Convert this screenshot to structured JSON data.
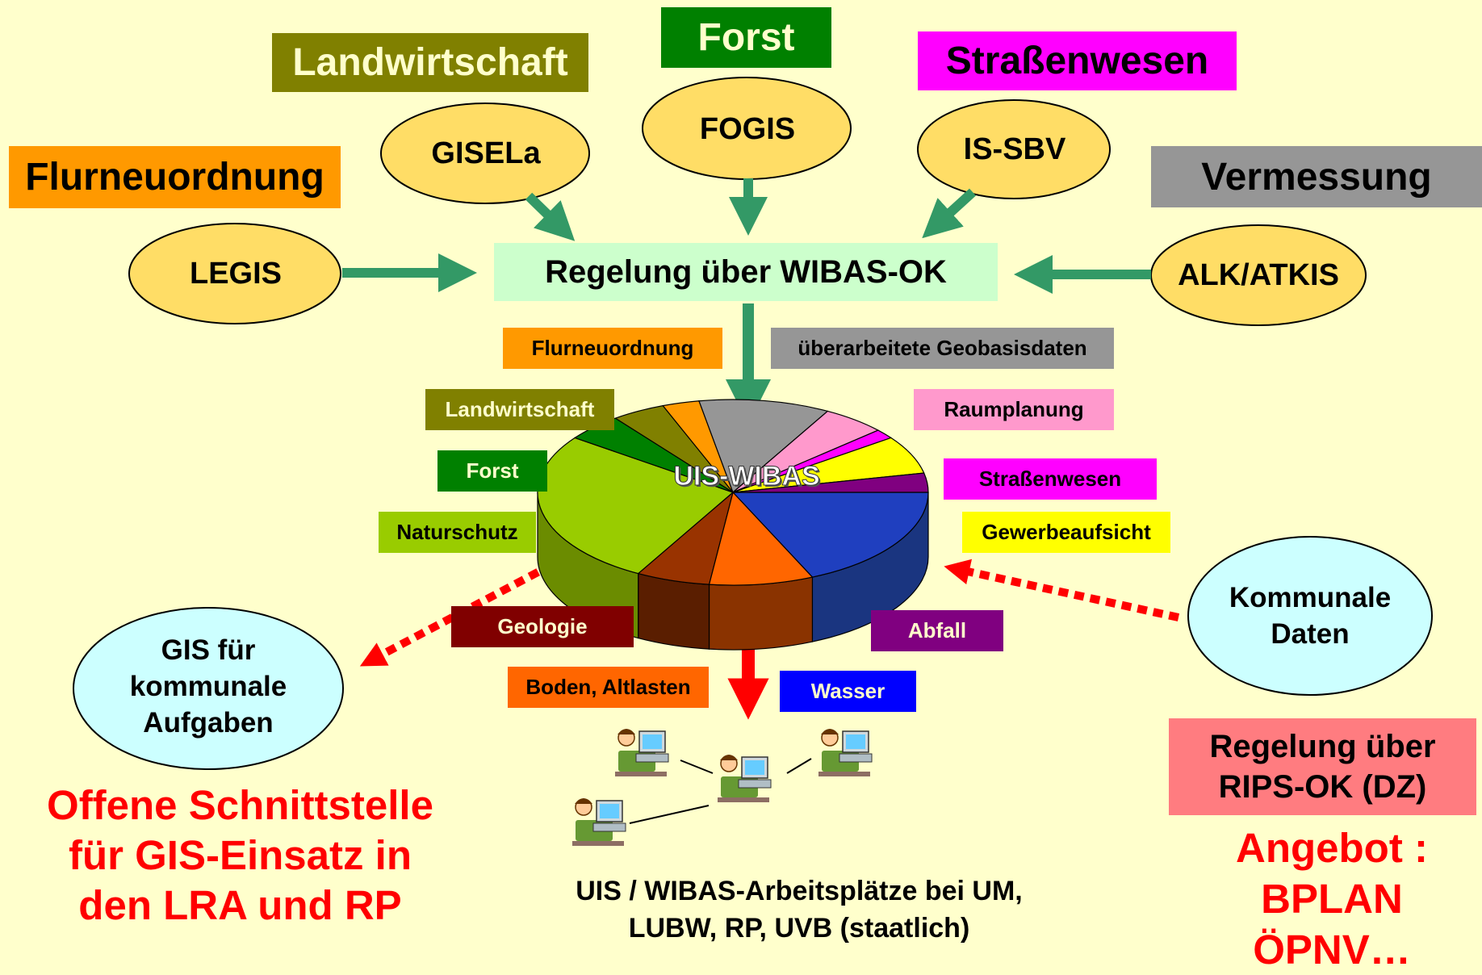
{
  "top_labels": {
    "landwirtschaft": "Landwirtschaft",
    "forst": "Forst",
    "strassenwesen": "Straßenwesen",
    "flurneuordnung": "Flurneuordnung",
    "vermessung": "Vermessung"
  },
  "systems": {
    "gisela": "GISELa",
    "fogis": "FOGIS",
    "is_sbv": "IS-SBV",
    "legis": "LEGIS",
    "alk_atkis": "ALK/ATKIS"
  },
  "center_box": "Regelung über WIBAS-OK",
  "pie_title": "UIS-WIBAS",
  "slice_labels": {
    "flurneuordnung": "Flurneuordnung",
    "geobasisdaten": "überarbeitete Geobasisdaten",
    "landwirtschaft": "Landwirtschaft",
    "raumplanung": "Raumplanung",
    "forst": "Forst",
    "strassenwesen": "Straßenwesen",
    "naturschutz": "Naturschutz",
    "gewerbeaufsicht": "Gewerbeaufsicht",
    "geologie": "Geologie",
    "abfall": "Abfall",
    "boden_altlasten": "Boden, Altlasten",
    "wasser": "Wasser"
  },
  "gis_kommunal": [
    "GIS für",
    "kommunale",
    "Aufgaben"
  ],
  "kommunale_daten": [
    "Kommunale",
    "Daten"
  ],
  "offene_schnittstelle": [
    "Offene Schnittstelle",
    "für GIS-Einsatz in",
    "den LRA und RP"
  ],
  "arbeitsplaetze": [
    "UIS / WIBAS-Arbeitsplätze bei UM,",
    "LUBW, RP, UVB (staatlich)"
  ],
  "rips_box": [
    "Regelung über",
    "RIPS-OK (DZ)"
  ],
  "angebot": [
    "Angebot :",
    "BPLAN",
    "ÖPNV…"
  ],
  "colors": {
    "background": "#ffffcc",
    "olive": "#808000",
    "green": "#008000",
    "magenta": "#ff00ff",
    "orange": "#ff9900",
    "gray": "#969696",
    "ellipse_fill": "#ffdd66",
    "arrow_green": "#339966",
    "red": "#ff0000",
    "light_cyan": "#ccffff",
    "rips_box": "#ff7c80"
  }
}
